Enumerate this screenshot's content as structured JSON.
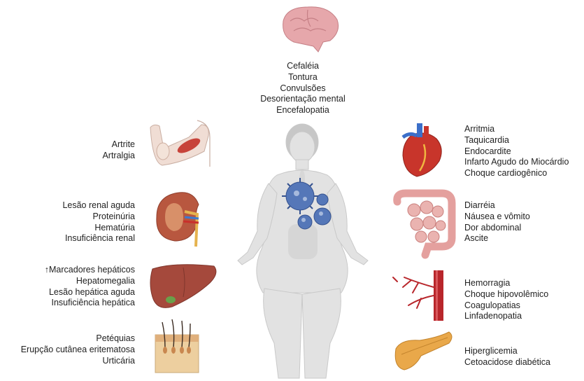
{
  "colors": {
    "body": "#e3e3e3",
    "body_outline": "#c8c8c8",
    "virus": "#4a6fb3",
    "brain": "#e4a4a8",
    "heart": "#c8352b",
    "kidney": "#b5533f",
    "liver": "#a4483c",
    "intestine": "#e6a2a0",
    "vessel": "#b8262b",
    "pancreas": "#e8a648",
    "skin": "#e9c89a"
  },
  "groups": {
    "brain": {
      "icon": "brain-icon",
      "items": [
        "Cefaléia",
        "Tontura",
        "Convulsões",
        "Desorientação mental",
        "Encefalopatia"
      ]
    },
    "joint": {
      "icon": "arm-joint-icon",
      "items": [
        "Artrite",
        "Artralgia"
      ]
    },
    "kidney": {
      "icon": "kidney-icon",
      "items": [
        "Lesão renal aguda",
        "Proteinúria",
        "Hematúria",
        "Insuficiência renal"
      ]
    },
    "liver": {
      "icon": "liver-icon",
      "items": [
        "↑Marcadores hepáticos",
        "Hepatomegalia",
        "Lesão hepática aguda",
        "Insuficiência hepática"
      ]
    },
    "skin": {
      "icon": "skin-icon",
      "items": [
        "Petéquias",
        "Erupção cutânea eritematosa",
        "Urticária"
      ]
    },
    "heart": {
      "icon": "heart-icon",
      "items": [
        "Arritmia",
        "Taquicardia",
        "Endocardite",
        "Infarto Agudo do Miocárdio",
        "Choque cardiogênico"
      ]
    },
    "intestine": {
      "icon": "intestine-icon",
      "items": [
        "Diarréia",
        "Náusea e vômito",
        "Dor abdominal",
        "Ascite"
      ]
    },
    "vessel": {
      "icon": "blood-vessel-icon",
      "items": [
        "Hemorragia",
        "Choque hipovolêmico",
        "Coagulopatias",
        "Linfadenopatia"
      ]
    },
    "pancreas": {
      "icon": "pancreas-icon",
      "items": [
        "Hiperglicemia",
        "Cetoacidose diabética"
      ]
    }
  },
  "center": {
    "icon": "human-body-icon",
    "virus_icon": "virus-icon"
  }
}
